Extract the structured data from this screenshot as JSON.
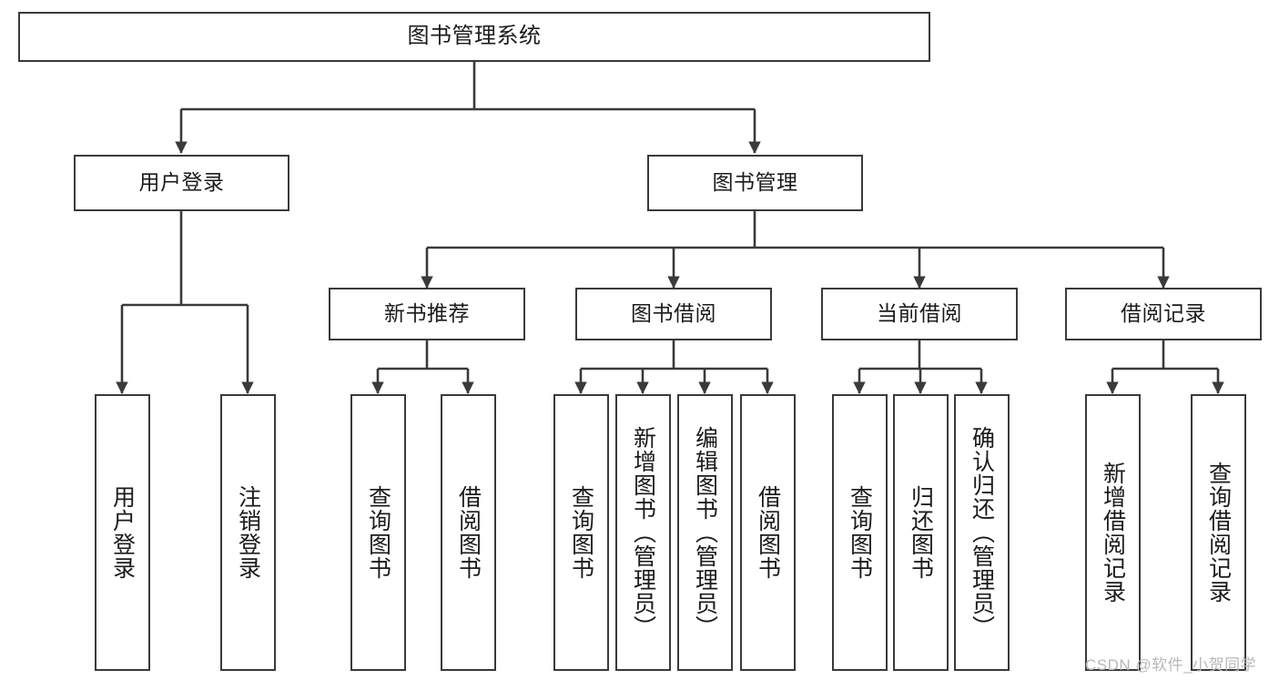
{
  "diagram": {
    "type": "tree-hierarchy",
    "title": "图书管理系统",
    "stroke_color": "#3a3a3a",
    "fill_color": "#ffffff",
    "text_color": "#1b1b1b",
    "nodes": {
      "root": {
        "label": "图书管理系统",
        "level": 1,
        "orientation": "horizontal"
      },
      "l2": [
        {
          "id": "user-login",
          "label": "用户登录",
          "level": 2,
          "orientation": "horizontal"
        },
        {
          "id": "book-manage",
          "label": "图书管理",
          "level": 2,
          "orientation": "horizontal"
        }
      ],
      "l3": [
        {
          "id": "new-book-recommend",
          "label": "新书推荐",
          "level": 3,
          "orientation": "horizontal"
        },
        {
          "id": "book-borrow",
          "label": "图书借阅",
          "level": 3,
          "orientation": "horizontal"
        },
        {
          "id": "current-borrow",
          "label": "当前借阅",
          "level": 3,
          "orientation": "horizontal"
        },
        {
          "id": "borrow-record",
          "label": "借阅记录",
          "level": 3,
          "orientation": "horizontal"
        }
      ],
      "leaves": {
        "user_login": [
          {
            "id": "leaf-user-login",
            "label": "用户登录",
            "orientation": "vertical"
          },
          {
            "id": "leaf-user-logout",
            "label": "注销登录",
            "orientation": "vertical"
          }
        ],
        "new_book_recommend": [
          {
            "id": "leaf-query-book-1",
            "label": "查询图书",
            "orientation": "vertical"
          },
          {
            "id": "leaf-borrow-book-1",
            "label": "借阅图书",
            "orientation": "vertical"
          }
        ],
        "book_borrow": [
          {
            "id": "leaf-query-book-2",
            "label": "查询图书",
            "orientation": "vertical"
          },
          {
            "id": "leaf-add-book",
            "label": "新增图书（管理员）",
            "orientation": "vertical"
          },
          {
            "id": "leaf-edit-book",
            "label": "编辑图书（管理员）",
            "orientation": "vertical"
          },
          {
            "id": "leaf-borrow-book-2",
            "label": "借阅图书",
            "orientation": "vertical"
          }
        ],
        "current_borrow": [
          {
            "id": "leaf-query-book-3",
            "label": "查询图书",
            "orientation": "vertical"
          },
          {
            "id": "leaf-return-book",
            "label": "归还图书",
            "orientation": "vertical"
          },
          {
            "id": "leaf-confirm-return",
            "label": "确认归还（管理员）",
            "orientation": "vertical"
          }
        ],
        "borrow_record": [
          {
            "id": "leaf-add-borrow-record",
            "label": "新增借阅记录",
            "orientation": "vertical"
          },
          {
            "id": "leaf-query-borrow-record",
            "label": "查询借阅记录",
            "orientation": "vertical"
          }
        ]
      }
    }
  },
  "watermark": {
    "text": "CSDN @软件_小贺同学",
    "color": "#b7b7b7"
  }
}
